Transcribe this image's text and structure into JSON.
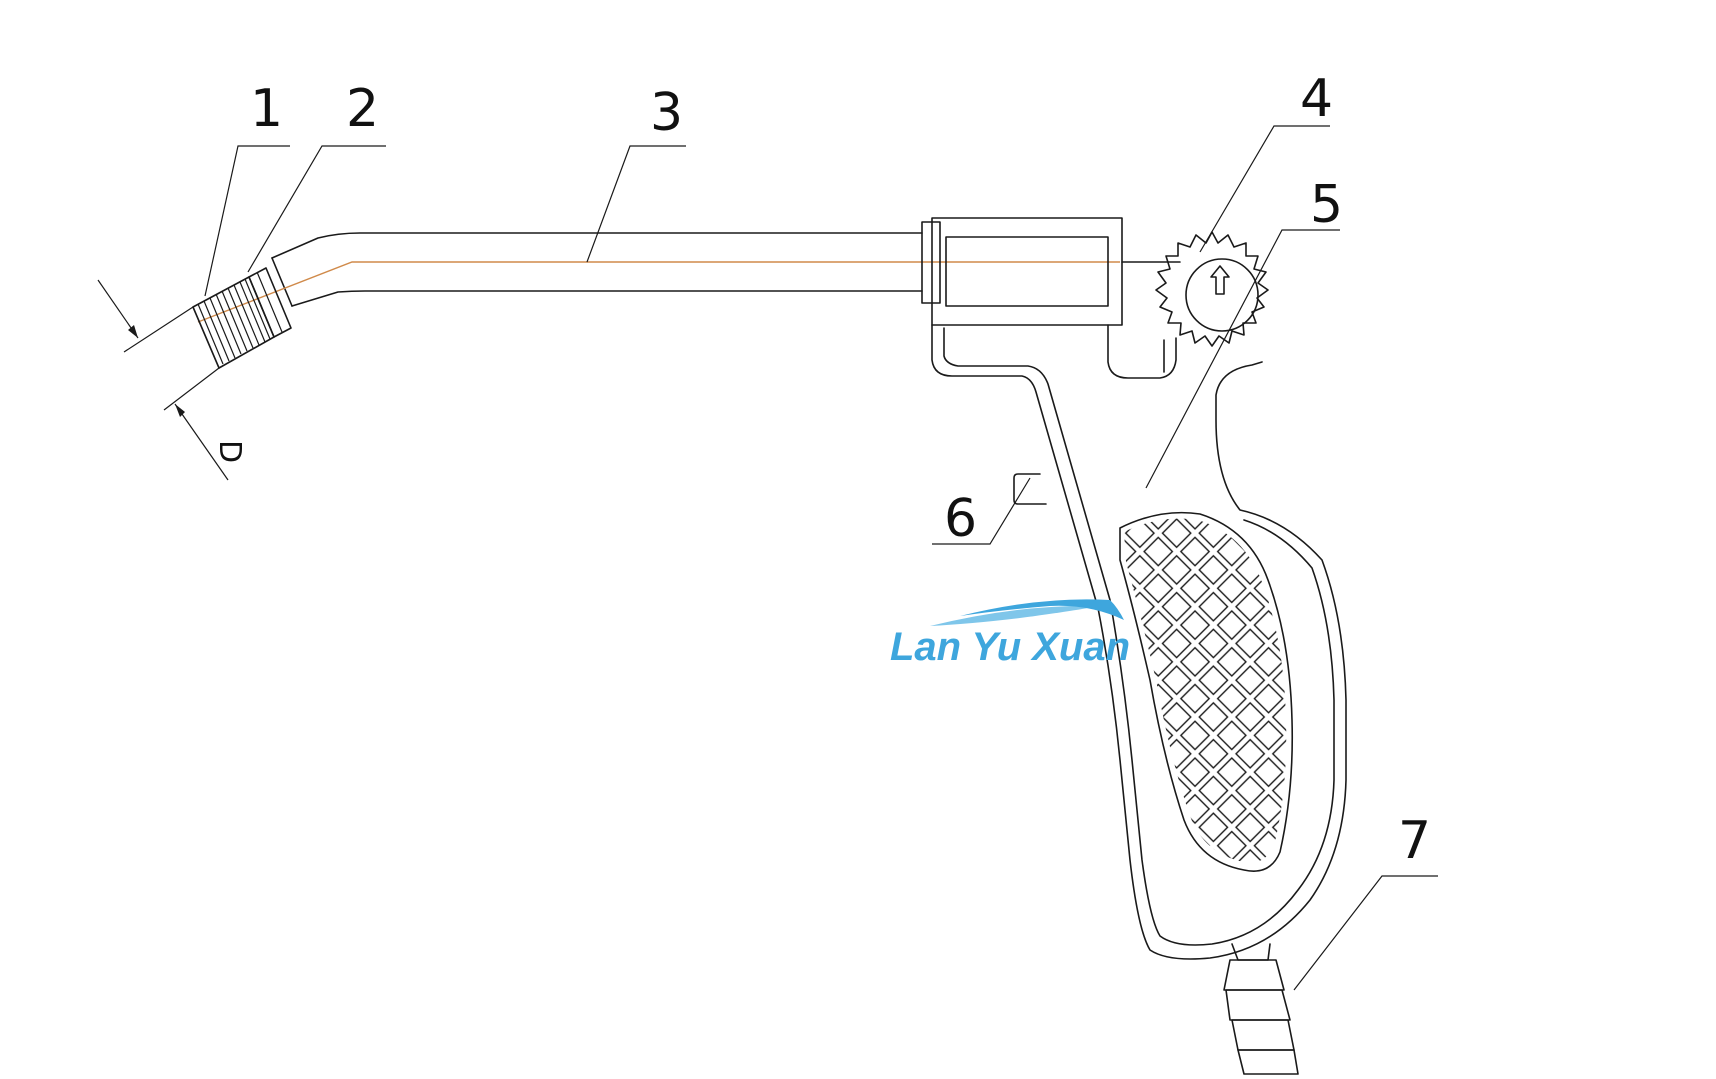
{
  "figure": {
    "callouts": [
      {
        "id": "1",
        "label": "1"
      },
      {
        "id": "2",
        "label": "2"
      },
      {
        "id": "3",
        "label": "3"
      },
      {
        "id": "4",
        "label": "4"
      },
      {
        "id": "5",
        "label": "5"
      },
      {
        "id": "6",
        "label": "6"
      },
      {
        "id": "7",
        "label": "7"
      }
    ],
    "dimension_label": "D",
    "watermark_text": "Lan Yu Xuan",
    "colors": {
      "line": "#1a1a1a",
      "center_line": "#d08a4a",
      "watermark": "#3ea6dd"
    }
  }
}
